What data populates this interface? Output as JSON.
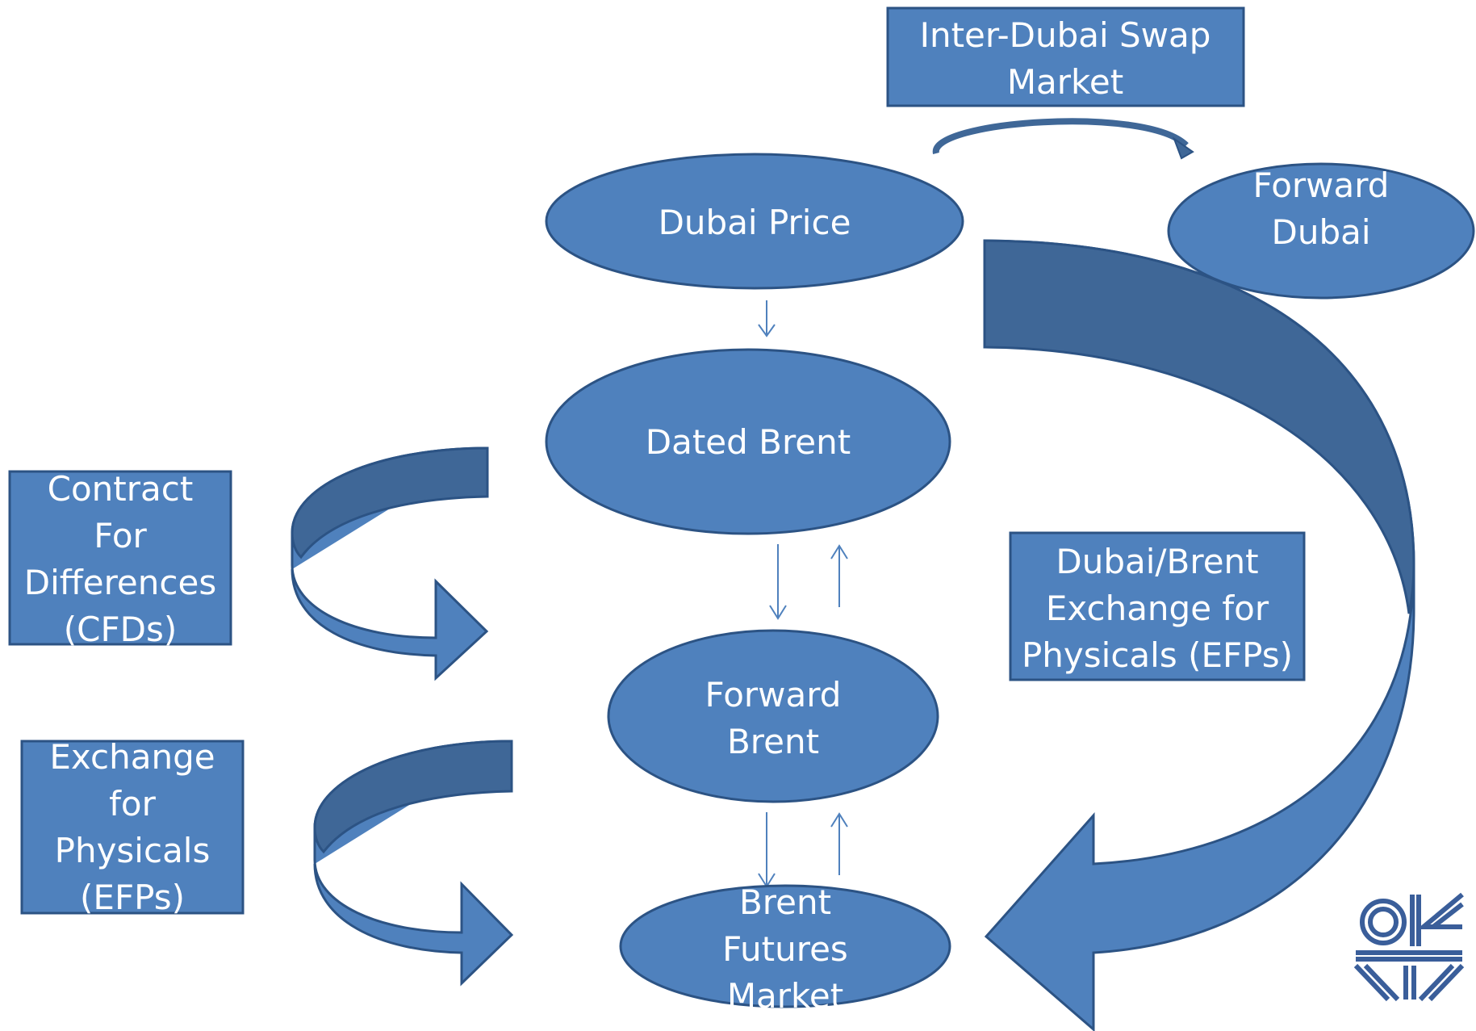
{
  "colors": {
    "node_fill": "#4f81bd",
    "node_stroke": "#2c5384",
    "arrow_dark": "#3f6797",
    "thin_arrow": "#4f81bd",
    "logo": "#3a5e9a",
    "text": "#ffffff"
  },
  "nodes": {
    "inter_dubai_swap": {
      "lines": [
        "Inter-Dubai Swap",
        "Market"
      ]
    },
    "forward_dubai": {
      "lines": [
        "Forward",
        "Dubai"
      ]
    },
    "dubai_price": {
      "lines": [
        "Dubai Price"
      ]
    },
    "dated_brent": {
      "lines": [
        "Dated Brent"
      ]
    },
    "cfds": {
      "lines": [
        "Contract",
        "For",
        "Differences",
        "(CFDs)"
      ]
    },
    "dubai_brent_efps": {
      "lines": [
        "Dubai/Brent",
        "Exchange for",
        "Physicals  (EFPs)"
      ]
    },
    "forward_brent": {
      "lines": [
        "Forward",
        "Brent"
      ]
    },
    "efps": {
      "lines": [
        "Exchange",
        "for",
        "Physicals",
        "(EFPs)"
      ]
    },
    "brent_futures": {
      "lines": [
        "Brent",
        "Futures",
        "Market"
      ]
    }
  },
  "logo": {
    "icon": "oies-logo-icon"
  }
}
